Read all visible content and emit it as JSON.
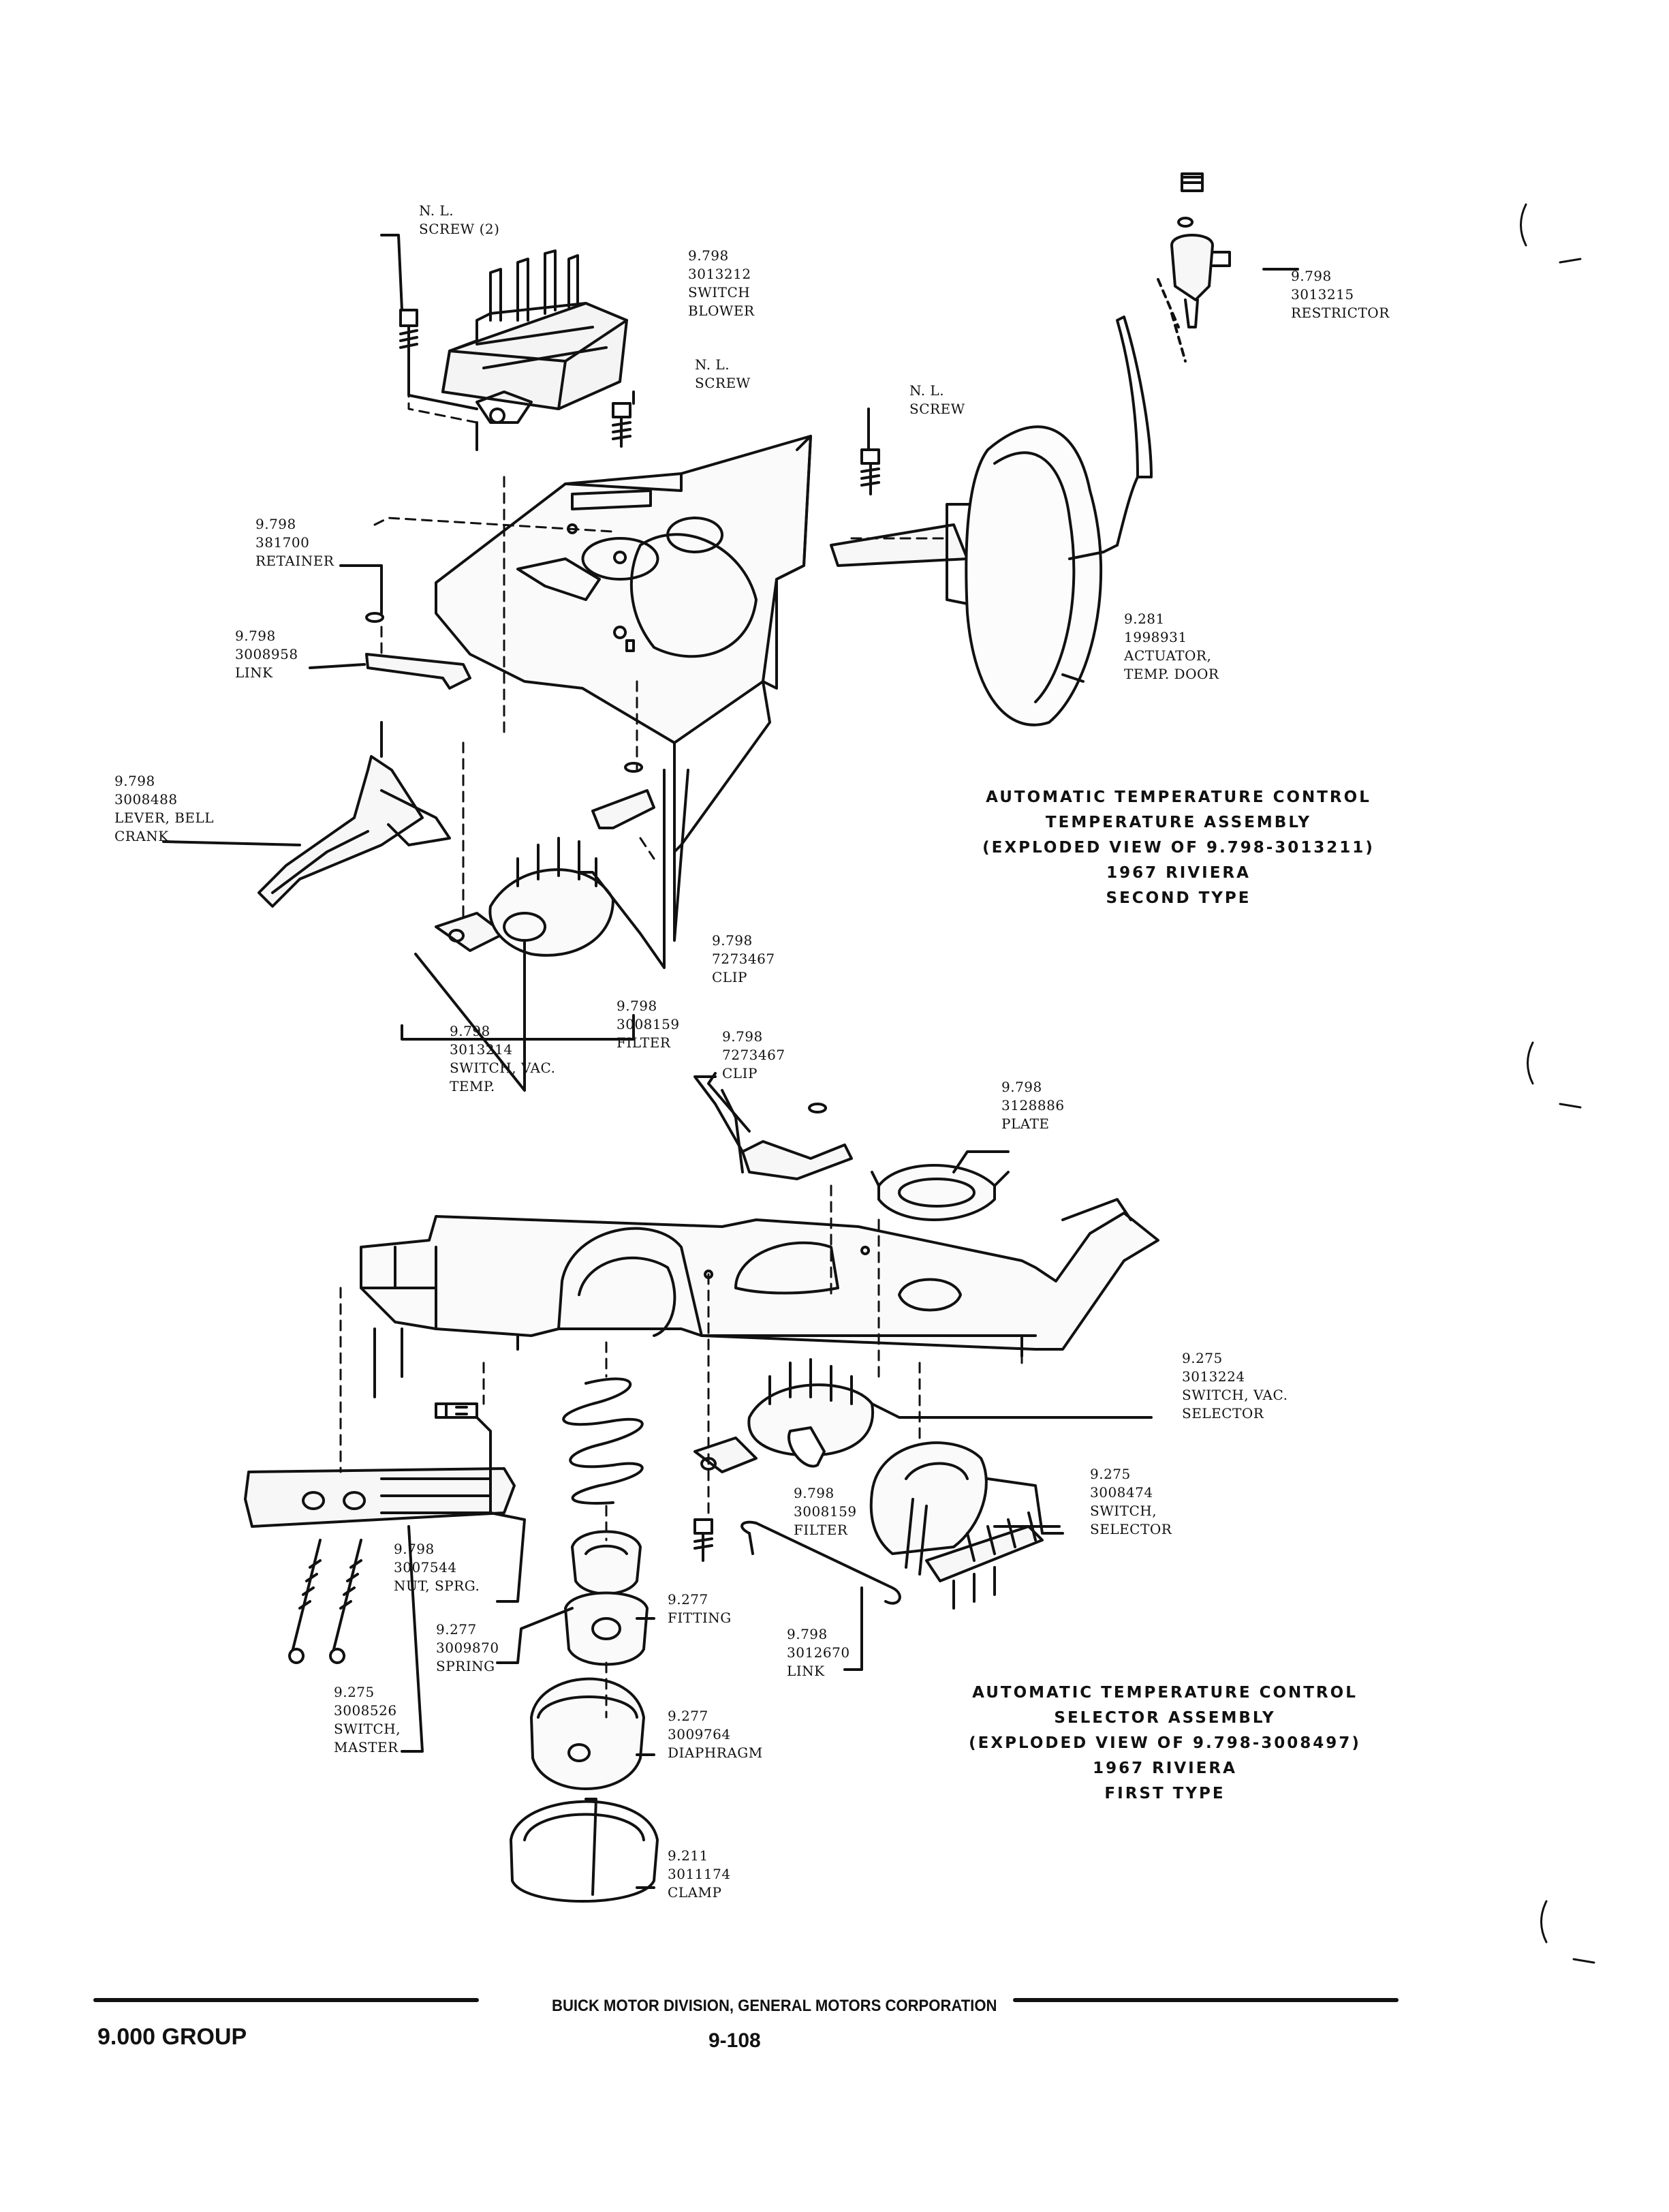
{
  "upper_assembly": {
    "caption": [
      "AUTOMATIC TEMPERATURE CONTROL",
      "TEMPERATURE ASSEMBLY",
      "(EXPLODED VIEW OF 9.798-3013211)",
      "1967 RIVIERA",
      "SECOND TYPE"
    ],
    "labels": {
      "screw_2": [
        "N. L.",
        "SCREW (2)"
      ],
      "switch_blower": [
        "9.798",
        "3013212",
        "SWITCH",
        "BLOWER"
      ],
      "screw_a": [
        "N. L.",
        "SCREW"
      ],
      "screw_b": [
        "N. L.",
        "SCREW"
      ],
      "restrictor": [
        "9.798",
        "3013215",
        "RESTRICTOR"
      ],
      "retainer": [
        "9.798",
        "381700",
        "RETAINER"
      ],
      "link": [
        "9.798",
        "3008958",
        "LINK"
      ],
      "actuator": [
        "9.281",
        "1998931",
        "ACTUATOR,",
        "TEMP. DOOR"
      ],
      "lever": [
        "9.798",
        "3008488",
        "LEVER, BELL",
        "CRANK"
      ],
      "clip": [
        "9.798",
        "7273467",
        "CLIP"
      ],
      "filter": [
        "9.798",
        "3008159",
        "FILTER"
      ],
      "switch_vac_temp": [
        "9.798",
        "3013214",
        "SWITCH, VAC.",
        "TEMP."
      ]
    }
  },
  "lower_assembly": {
    "caption": [
      "AUTOMATIC TEMPERATURE CONTROL",
      "SELECTOR ASSEMBLY",
      "(EXPLODED VIEW OF 9.798-3008497)",
      "1967 RIVIERA",
      "FIRST TYPE"
    ],
    "labels": {
      "clip": [
        "9.798",
        "7273467",
        "CLIP"
      ],
      "plate": [
        "9.798",
        "3128886",
        "PLATE"
      ],
      "switch_vac_selector": [
        "9.275",
        "3013224",
        "SWITCH, VAC.",
        "SELECTOR"
      ],
      "switch_selector": [
        "9.275",
        "3008474",
        "SWITCH,",
        "SELECTOR"
      ],
      "filter": [
        "9.798",
        "3008159",
        "FILTER"
      ],
      "nut_sprg": [
        "9.798",
        "3007544",
        "NUT, SPRG."
      ],
      "fitting": [
        "9.277",
        "FITTING"
      ],
      "spring": [
        "9.277",
        "3009870",
        "SPRING"
      ],
      "link": [
        "9.798",
        "3012670",
        "LINK"
      ],
      "switch_master": [
        "9.275",
        "3008526",
        "SWITCH,",
        "MASTER"
      ],
      "diaphragm": [
        "9.277",
        "3009764",
        "DIAPHRAGM"
      ],
      "clamp": [
        "9.211",
        "3011174",
        "CLAMP"
      ]
    }
  },
  "footer": {
    "publisher": "BUICK MOTOR DIVISION, GENERAL MOTORS CORPORATION",
    "page": "9-108",
    "group": "9.000 GROUP"
  }
}
